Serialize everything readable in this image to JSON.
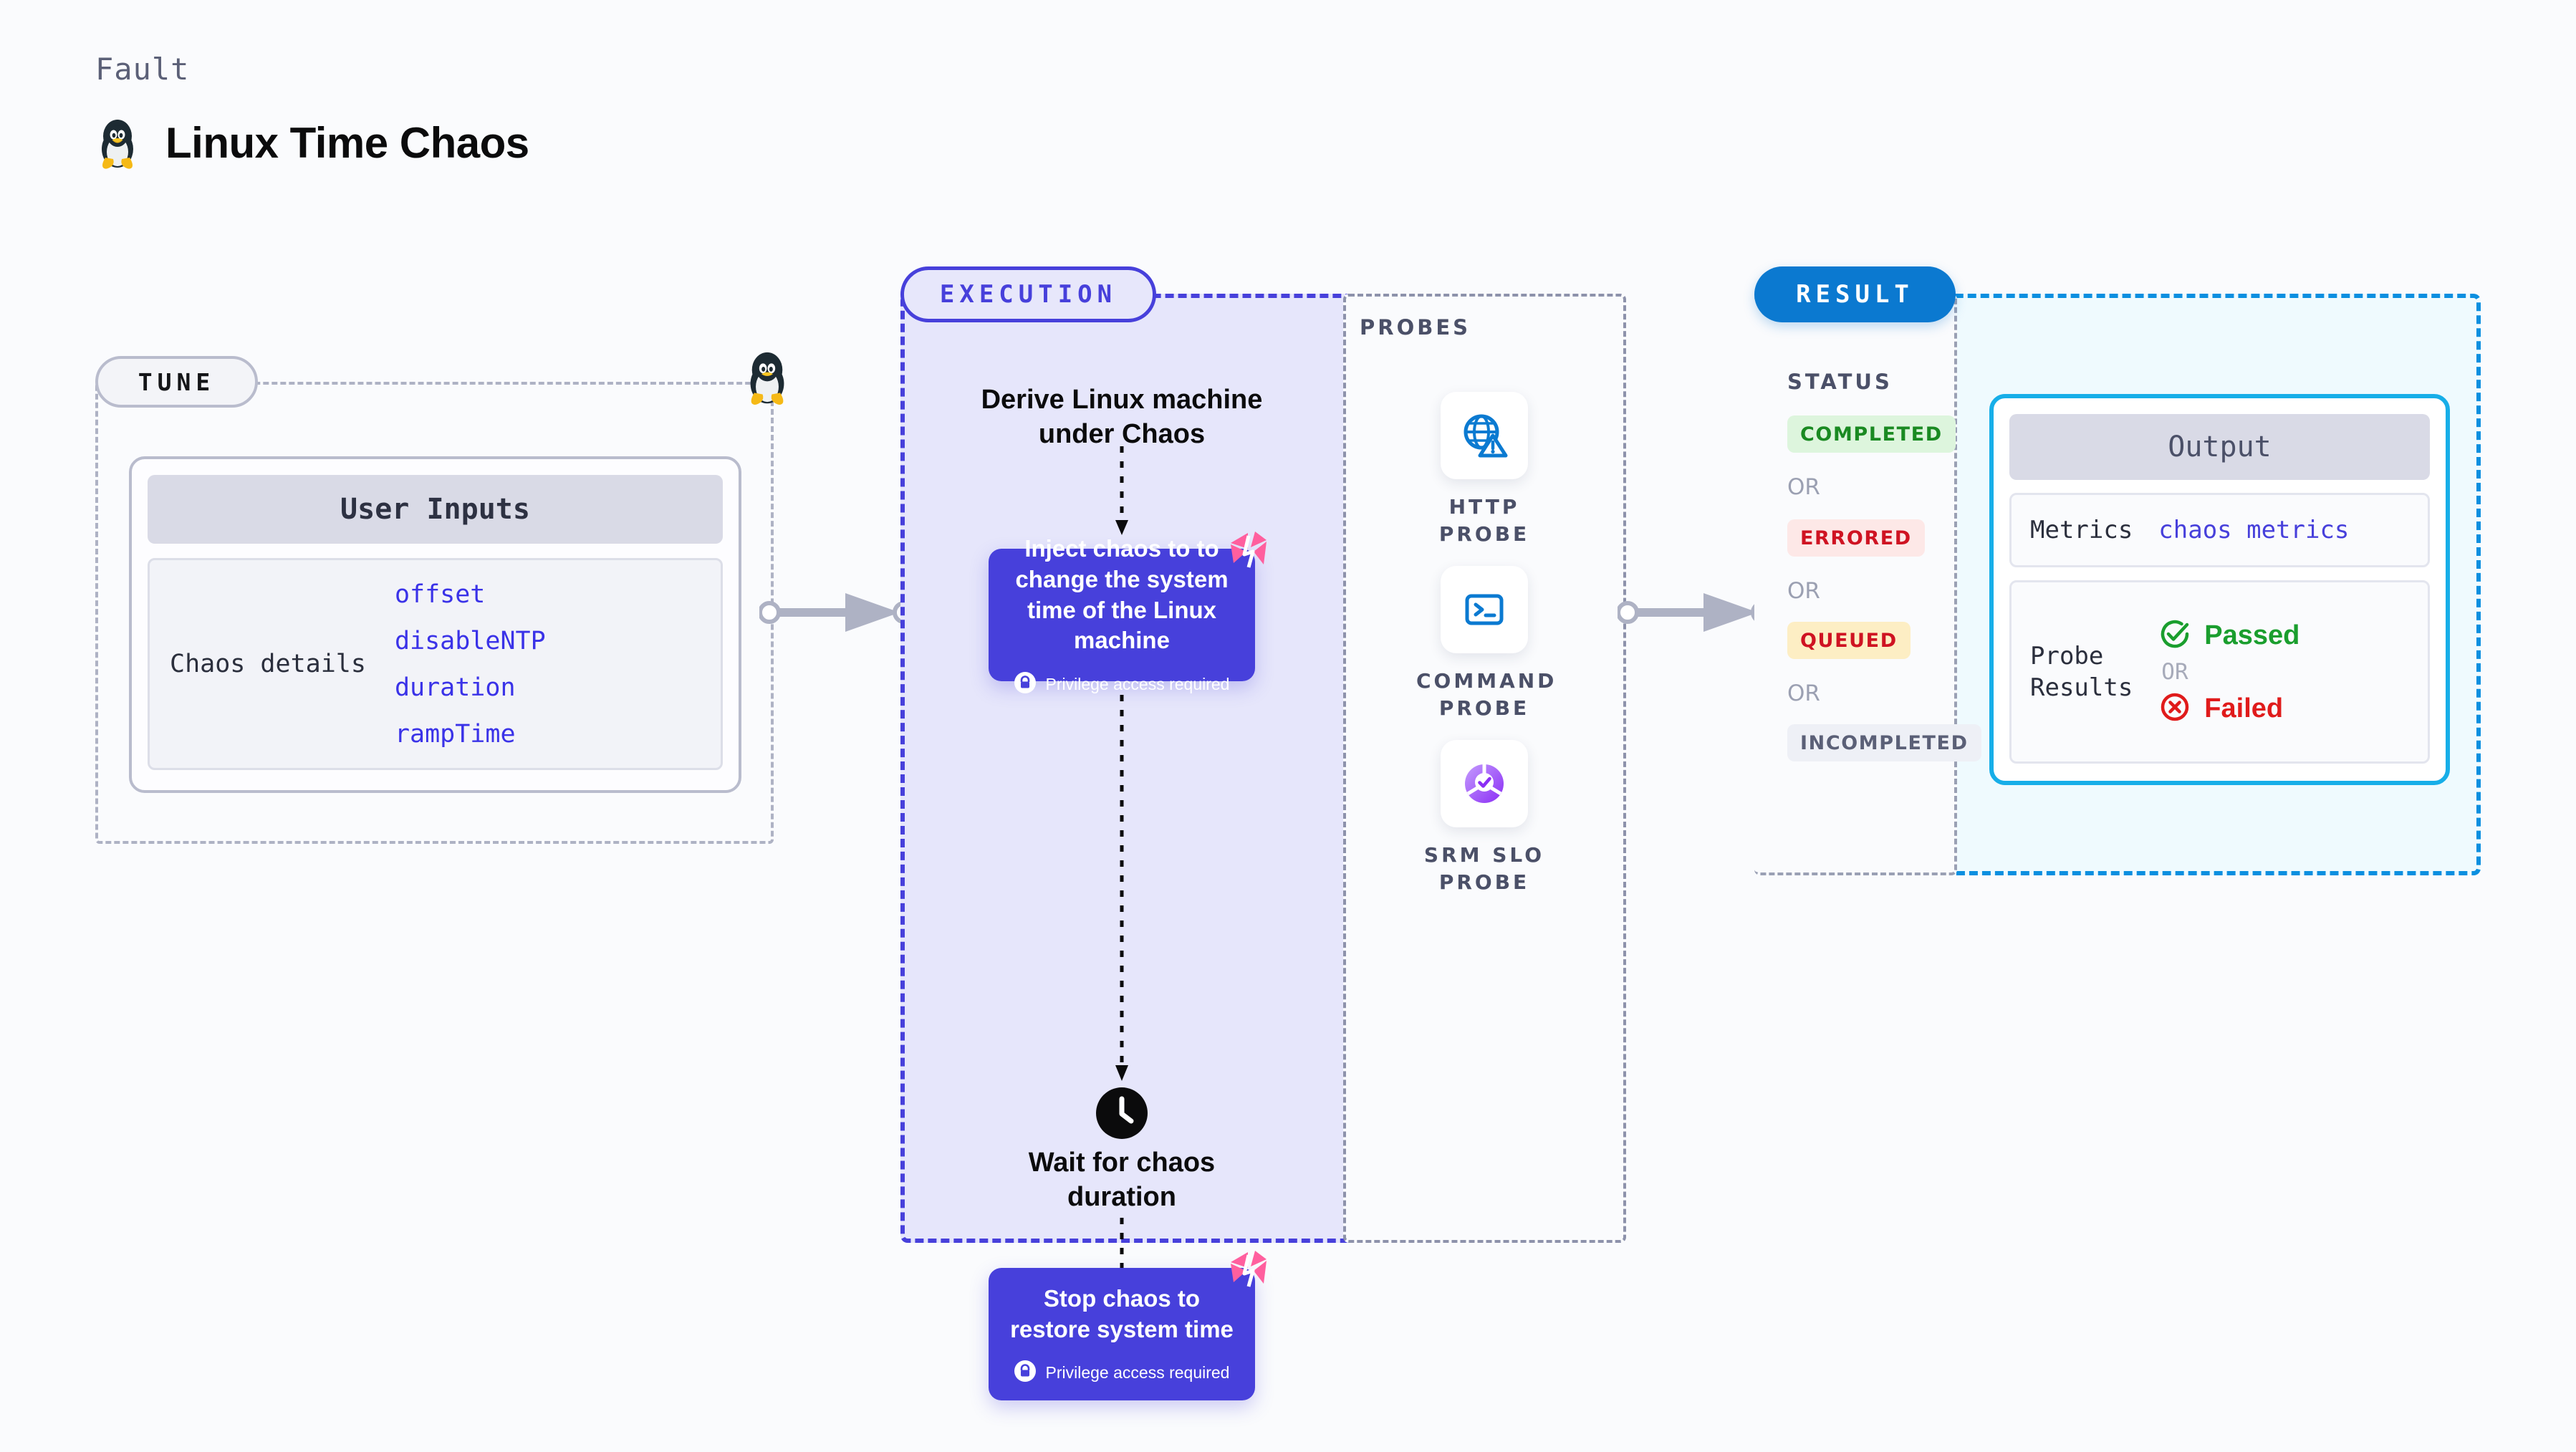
{
  "header": {
    "kicker": "Fault",
    "title": "Linux Time Chaos",
    "icon": "linux-penguin-icon"
  },
  "tune": {
    "badge": "TUNE",
    "card_title": "User Inputs",
    "inputs_label": "Chaos details",
    "inputs": [
      "offset",
      "disableNTP",
      "duration",
      "rampTime"
    ],
    "corner_icon": "linux-penguin-icon"
  },
  "execution": {
    "badge": "EXECUTION",
    "steps": [
      {
        "kind": "text",
        "label": "Derive Linux machine\nunder Chaos"
      },
      {
        "kind": "box",
        "label": "Inject chaos to to change the system time of the Linux machine",
        "privilege": "Privilege access required",
        "privilege_icon": "lock-icon",
        "corner_icon": "harness-badge-icon"
      },
      {
        "kind": "wait",
        "label": "Wait for chaos\nduration",
        "icon": "clock-icon"
      },
      {
        "kind": "box",
        "label": "Stop chaos to restore system time",
        "privilege": "Privilege access required",
        "privilege_icon": "lock-icon",
        "corner_icon": "harness-badge-icon"
      }
    ]
  },
  "probes": {
    "title": "PROBES",
    "items": [
      {
        "label": "HTTP  PROBE",
        "icon": "globe-warning-icon"
      },
      {
        "label": "COMMAND\nPROBE",
        "icon": "terminal-icon"
      },
      {
        "label": "SRM  SLO\nPROBE",
        "icon": "slo-donut-check-icon"
      }
    ]
  },
  "result": {
    "badge": "RESULT",
    "status_title": "STATUS",
    "or_label": "OR",
    "statuses": [
      {
        "label": "COMPLETED",
        "fg": "#1a8a22",
        "bg": "#ddf5dd"
      },
      {
        "label": "ERRORED",
        "fg": "#cf1322",
        "bg": "#fde8e7"
      },
      {
        "label": "QUEUED",
        "fg": "#cf1322",
        "bg": "#fdeec4"
      },
      {
        "label": "INCOMPLETED",
        "fg": "#5b6077",
        "bg": "#eef0f6"
      }
    ],
    "output": {
      "title": "Output",
      "metrics_key": "Metrics",
      "metrics_value": "chaos metrics",
      "probe_key": "Probe\nResults",
      "passed_label": "Passed",
      "passed_icon": "check-circle-icon",
      "or_label": "OR",
      "failed_label": "Failed",
      "failed_icon": "x-circle-icon"
    }
  },
  "colors": {
    "background": "#fafbfd",
    "indigo": "#4740db",
    "exec_fill": "#e6e6fb",
    "result_blue": "#0b79d0",
    "result_fill": "#effafe",
    "output_border": "#17aee8",
    "probe_blue": "#0b7ad1",
    "slo_purple": "#9b4dfb",
    "harness_pink": "#ff5f9e",
    "connector_gray": "#aeb2c4"
  }
}
